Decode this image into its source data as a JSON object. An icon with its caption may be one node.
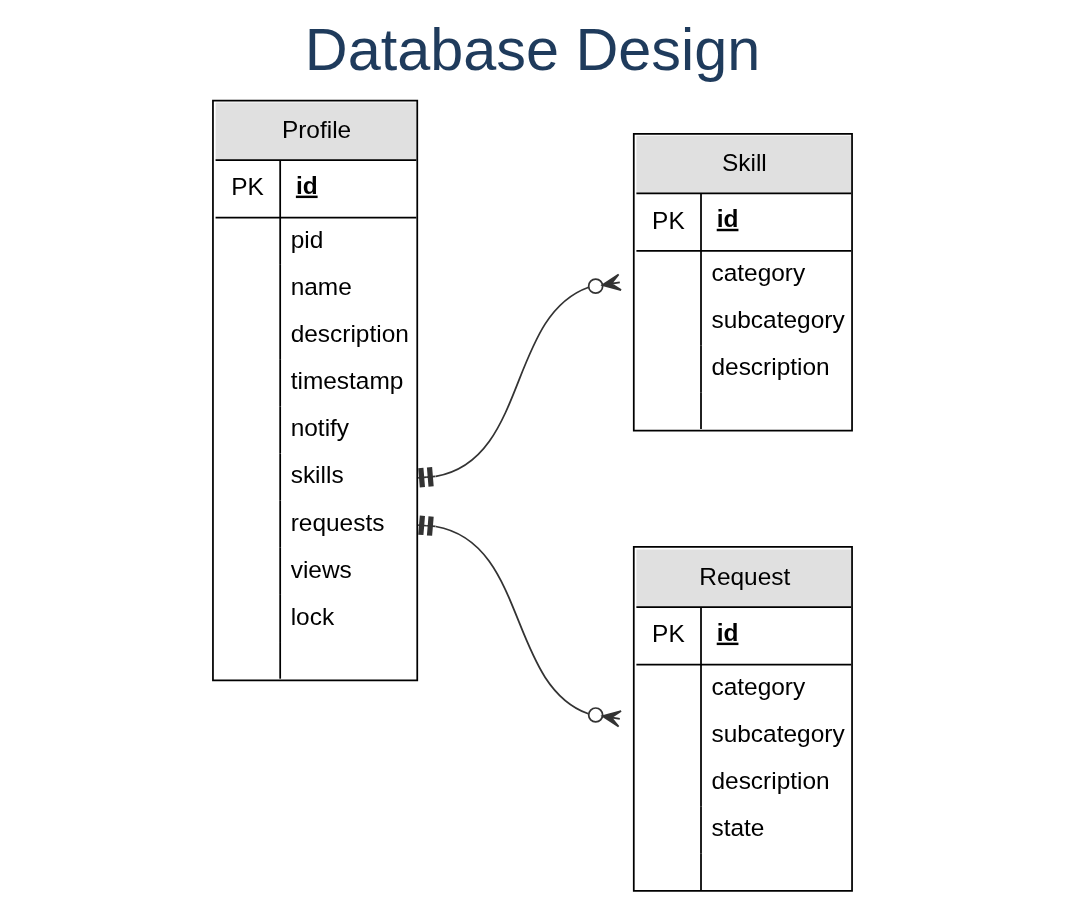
{
  "diagram": {
    "title": "Database Design",
    "nodes": [
      {
        "text": [
          "Profile",
          "PK",
          "id",
          "pid",
          "name",
          "description",
          "timestamp",
          "notify",
          "skills",
          "requests",
          "views",
          "lock"
        ]
      },
      {
        "text": [
          "Skill",
          "PK",
          "id",
          "category",
          "subcategory",
          "description"
        ]
      },
      {
        "text": [
          "Request",
          "PK",
          "id",
          "category",
          "subcategory",
          "description",
          "state"
        ]
      }
    ],
    "edges": [
      {
        "from": 0,
        "to": 1,
        "arrow": "other"
      },
      {
        "from": 0,
        "to": 2,
        "arrow": "other"
      }
    ]
  }
}
